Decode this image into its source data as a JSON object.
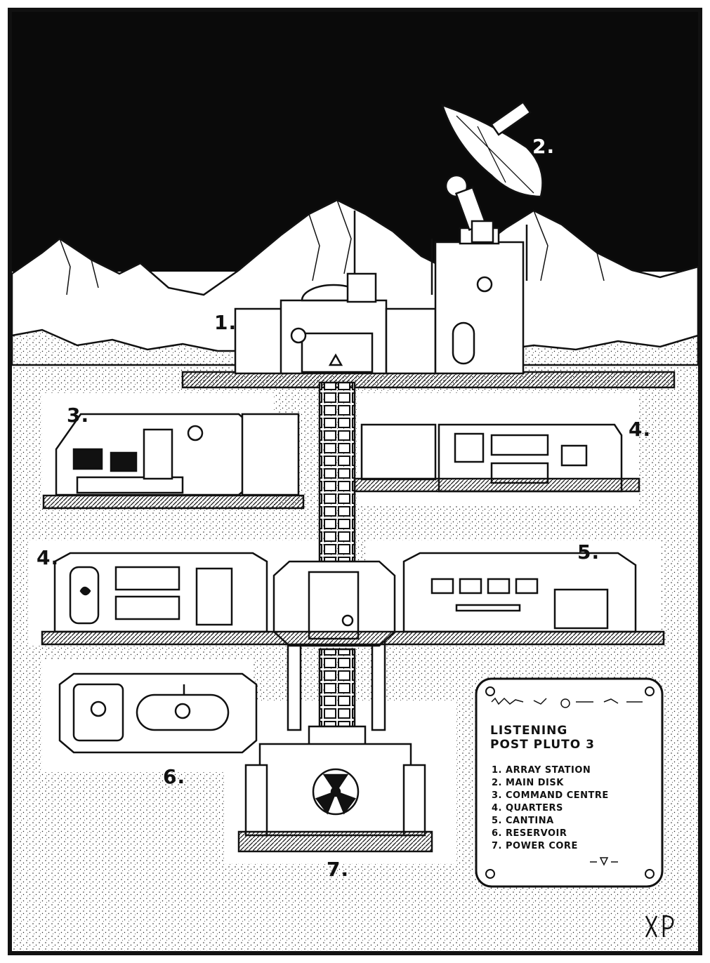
{
  "map": {
    "markers": {
      "array_station": "1.",
      "main_disk": "2.",
      "command_centre": "3.",
      "quarters_upper": "4.",
      "quarters_lower": "4.",
      "cantina": "5.",
      "reservoir": "6.",
      "power_core": "7."
    },
    "legend": {
      "title_line1": "LISTENING",
      "title_line2": "POST PLUTO 3",
      "items": [
        "1. ARRAY STATION",
        "2. MAIN DISK",
        "3. COMMAND CENTRE",
        "4. QUARTERS",
        "5. CANTINA",
        "6. RESERVOIR",
        "7. POWER CORE"
      ]
    },
    "signature": "XP",
    "colors": {
      "ink": "#111111",
      "paper": "#ffffff"
    }
  }
}
